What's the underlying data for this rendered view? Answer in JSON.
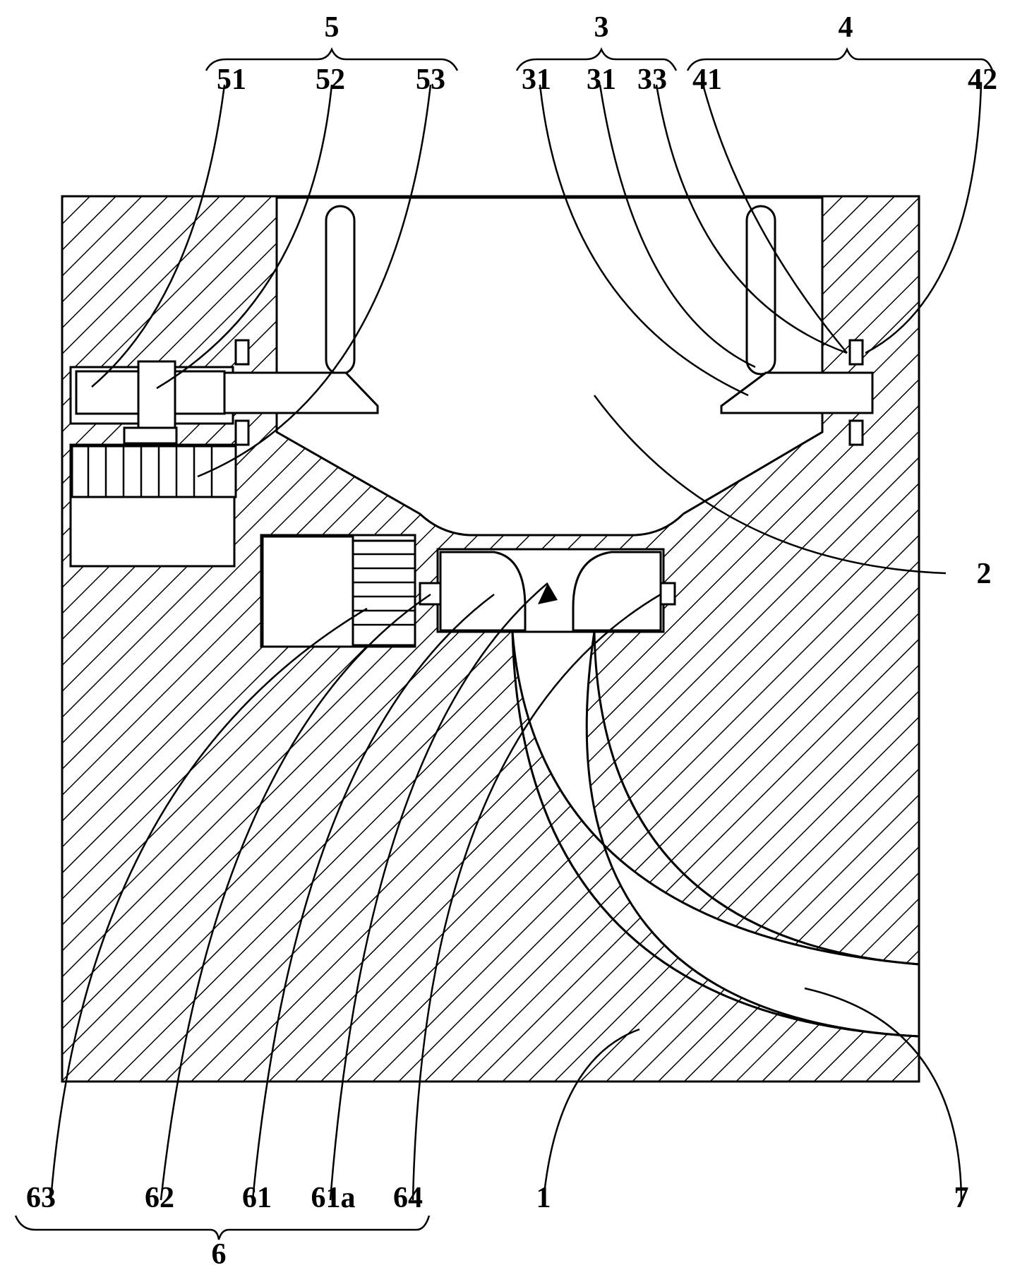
{
  "labels": {
    "group_5": "5",
    "group_3": "3",
    "group_4": "4",
    "group_6": "6",
    "l51": "51",
    "l52": "52",
    "l53": "53",
    "l31a": "31",
    "l31b": "31",
    "l33": "33",
    "l41": "41",
    "l42": "42",
    "l2": "2",
    "l63": "63",
    "l62": "62",
    "l61": "61",
    "l61a": "61a",
    "l64": "64",
    "l1": "1",
    "l7": "7"
  },
  "colors": {
    "ink": "#000000",
    "paper": "#ffffff"
  }
}
